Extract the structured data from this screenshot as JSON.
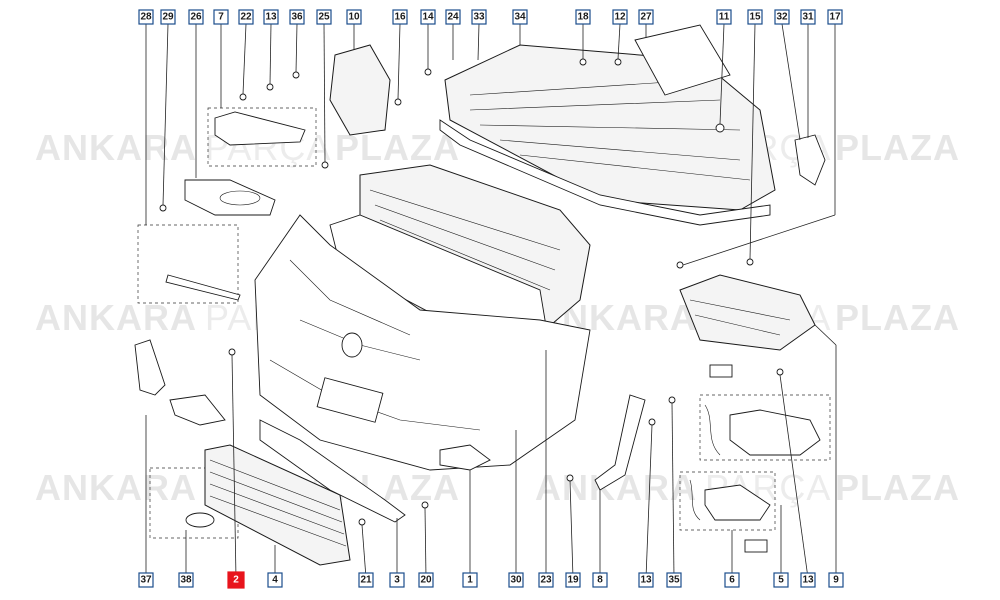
{
  "watermark": {
    "brand_bold_1": "ANKARA",
    "brand_light": "PARÇA",
    "brand_bold_2": "PLAZA"
  },
  "callouts_top": [
    "28",
    "29",
    "26",
    "7",
    "22",
    "13",
    "36",
    "25",
    "10",
    "16",
    "14",
    "24",
    "33",
    "34",
    "18",
    "12",
    "27",
    "11",
    "15",
    "32",
    "31",
    "17"
  ],
  "callouts_bottom": [
    "37",
    "38",
    "2",
    "4",
    "21",
    "3",
    "20",
    "1",
    "30",
    "23",
    "19",
    "8",
    "13",
    "35",
    "6",
    "5",
    "13",
    "9"
  ],
  "highlighted_part": "2",
  "colors": {
    "callout_border": "#1b4e8c",
    "highlight": "#e8141c",
    "watermark": "#e6e6e6"
  }
}
